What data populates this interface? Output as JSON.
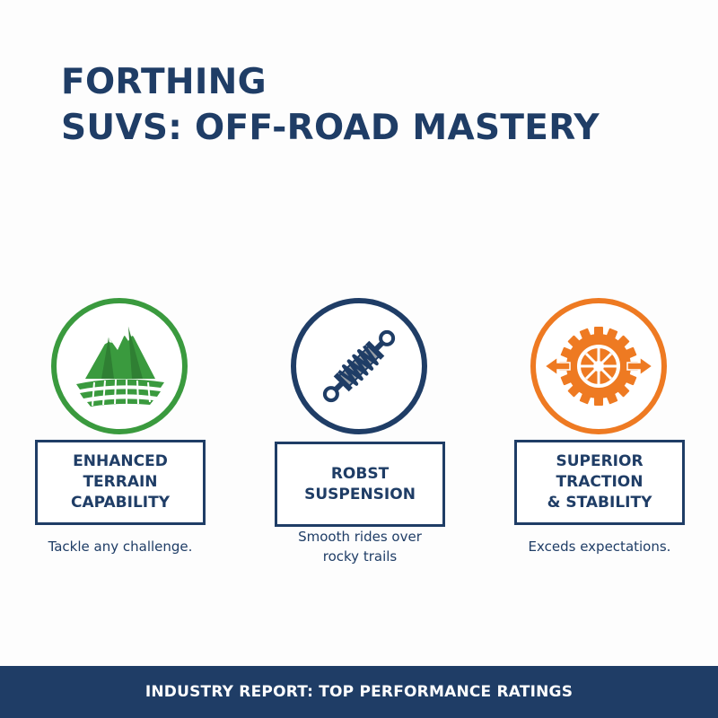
{
  "title": {
    "line1": "FORTHING",
    "line2": "SUVS: OFF-ROAD MASTERY"
  },
  "features": [
    {
      "icon": "mountain-terrain-icon",
      "color": "#3a9a3e",
      "label_lines": [
        "ENHANCED",
        "TERRAIN",
        "CAPABILITY"
      ],
      "caption_lines": [
        "Tackle any challenge."
      ]
    },
    {
      "icon": "shock-absorber-icon",
      "color": "#1f3d66",
      "label_lines": [
        "ROBST",
        "SUSPENSION"
      ],
      "caption_lines": [
        "Smooth rides over",
        "rocky trails"
      ]
    },
    {
      "icon": "tire-traction-icon",
      "color": "#ee7a22",
      "label_lines": [
        "SUPERIOR",
        "TRACTION",
        "& STABILITY"
      ],
      "caption_lines": [
        "Exceds expectations."
      ]
    }
  ],
  "footer": {
    "text": "INDUSTRY REPORT: TOP PERFORMANCE RATINGS"
  }
}
